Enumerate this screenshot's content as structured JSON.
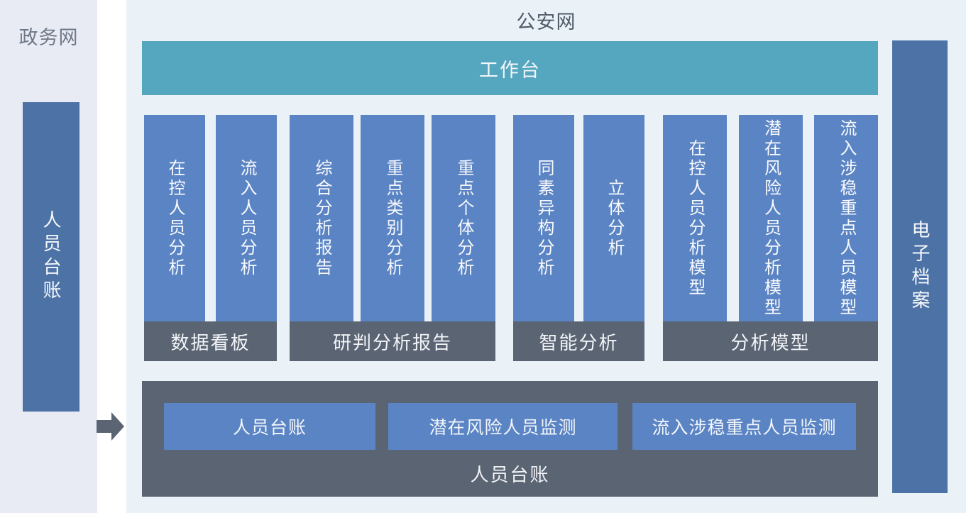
{
  "government_network": {
    "title": "政务网",
    "ledger_bar": "人员台账"
  },
  "police_network": {
    "title": "公安网",
    "workbench": "工作台",
    "groups": [
      {
        "label": "数据看板",
        "items": [
          "在控人员分析",
          "流入人员分析"
        ]
      },
      {
        "label": "研判分析报告",
        "items": [
          "综合分析报告",
          "重点类别分析",
          "重点个体分析"
        ]
      },
      {
        "label": "智能分析",
        "items": [
          "同素异构分析",
          "立体分析"
        ]
      },
      {
        "label": "分析模型",
        "items": [
          "在控人员分析模型",
          "潜在风险人员分析模型",
          "流入涉稳重点人员模型"
        ]
      }
    ],
    "electronic_archive_bar": "电子档案",
    "ledger_box": {
      "label": "人员台账",
      "buttons": [
        "人员台账",
        "潜在风险人员监测",
        "流入涉稳重点人员监测"
      ]
    }
  },
  "icons": {
    "flow_arrow": "right-arrow"
  },
  "colors": {
    "module_blue": "#5b84c4",
    "side_bar_blue": "#4d73a6",
    "workbench_teal": "#55a6bf",
    "slate_gray": "#5a6473",
    "government_panel_bg": "#e8ebf4",
    "police_panel_bg": "#eaf2f8"
  }
}
